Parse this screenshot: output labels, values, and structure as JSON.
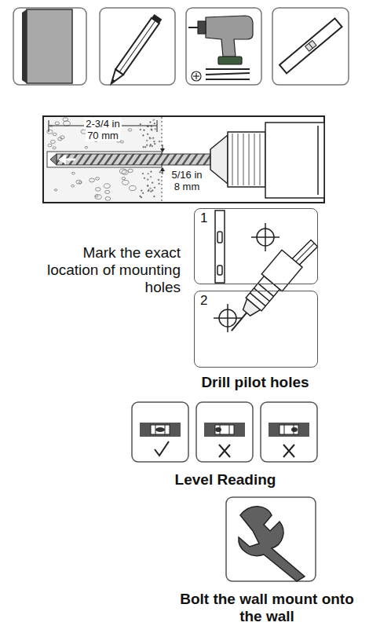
{
  "diagram": {
    "nodes": [
      {
        "text": [
          "1"
        ]
      },
      {
        "text": [
          "2"
        ]
      }
    ],
    "labels": [
      "2-3/4 in",
      "70 mm",
      "5/16 in",
      "8 mm",
      "Mark the exact location of mounting holes",
      "Drill pilot holes",
      "Level Reading",
      "Bolt the wall mount onto the wall"
    ]
  }
}
